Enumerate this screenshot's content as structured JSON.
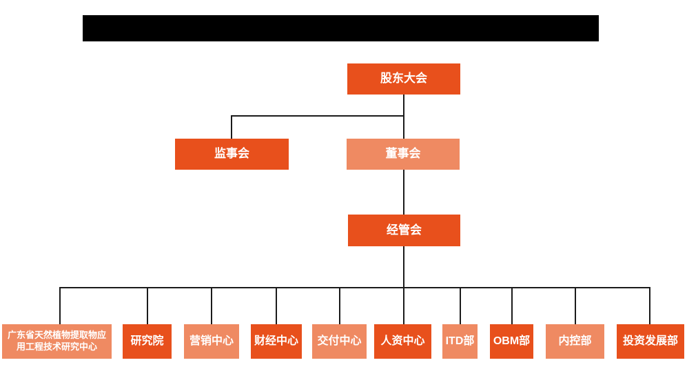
{
  "header": {
    "bar_color": "#000000"
  },
  "colors": {
    "primary": "#E8501C",
    "secondary": "#EF8A62",
    "line": "#1A1A1A",
    "node_text": "#FFFFFF",
    "background": "#FFFFFF"
  },
  "chart_type": "organizational-chart",
  "nodes": [
    {
      "id": "shareholders-meeting",
      "label": "股东大会",
      "tone": "primary",
      "level": 1,
      "reports_to": null
    },
    {
      "id": "supervisory-board",
      "label": "监事会",
      "tone": "primary",
      "level": 2,
      "reports_to": "股东大会"
    },
    {
      "id": "board-of-directors",
      "label": "董事会",
      "tone": "secondary",
      "level": 2,
      "reports_to": "股东大会"
    },
    {
      "id": "management-committee",
      "label": "经管会",
      "tone": "primary",
      "level": 3,
      "reports_to": "董事会"
    },
    {
      "id": "gd-plant-extract-research-center",
      "label": "广东省天然植物提取物应用工程技术研究中心",
      "tone": "secondary",
      "level": 4,
      "reports_to": "经管会"
    },
    {
      "id": "research-institute",
      "label": "研究院",
      "tone": "primary",
      "level": 4,
      "reports_to": "经管会"
    },
    {
      "id": "marketing-center",
      "label": "营销中心",
      "tone": "secondary",
      "level": 4,
      "reports_to": "经管会"
    },
    {
      "id": "finance-center",
      "label": "财经中心",
      "tone": "primary",
      "level": 4,
      "reports_to": "经管会"
    },
    {
      "id": "delivery-center",
      "label": "交付中心",
      "tone": "secondary",
      "level": 4,
      "reports_to": "经管会"
    },
    {
      "id": "hr-center",
      "label": "人资中心",
      "tone": "primary",
      "level": 4,
      "reports_to": "经管会"
    },
    {
      "id": "itd-dept",
      "label": "ITD部",
      "tone": "secondary",
      "level": 4,
      "reports_to": "经管会"
    },
    {
      "id": "obm-dept",
      "label": "OBM部",
      "tone": "primary",
      "level": 4,
      "reports_to": "经管会"
    },
    {
      "id": "internal-control-dept",
      "label": "内控部",
      "tone": "secondary",
      "level": 4,
      "reports_to": "经管会"
    },
    {
      "id": "investment-development-dept",
      "label": "投资发展部",
      "tone": "primary",
      "level": 4,
      "reports_to": "经管会"
    }
  ]
}
